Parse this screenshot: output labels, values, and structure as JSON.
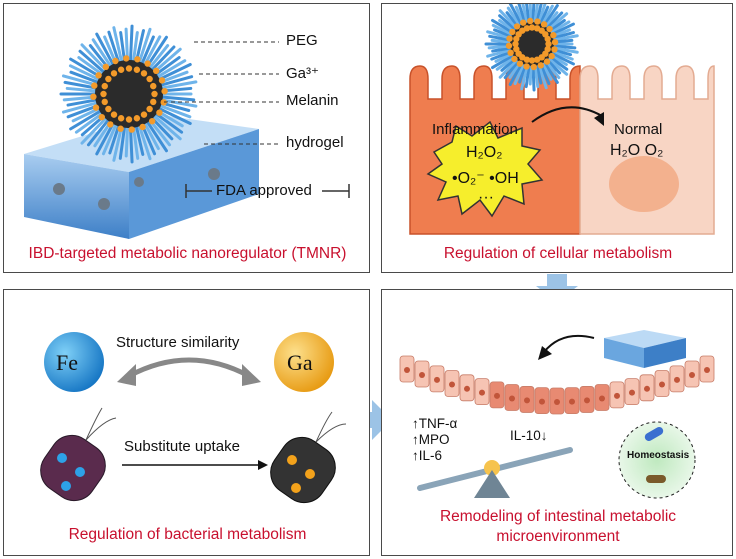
{
  "panel1": {
    "labels": {
      "peg": "PEG",
      "ga3": "Ga³⁺",
      "melanin": "Melanin",
      "hydrogel": "hydrogel",
      "fda": "FDA approved"
    },
    "caption": "IBD-targeted metabolic nanoregulator (TMNR)"
  },
  "panel2": {
    "inflammation": "Inflammation",
    "normal": "Normal",
    "h2o2": "H₂O₂",
    "radicals": "•O₂⁻ •OH",
    "ellipsis": "···",
    "products": "H₂O  O₂",
    "caption": "Regulation of cellular metabolism"
  },
  "panel3": {
    "fe": "Fe",
    "ga": "Ga",
    "structure": "Structure similarity",
    "uptake": "Substitute uptake",
    "caption": "Regulation of bacterial metabolism"
  },
  "panel4": {
    "markers": [
      "↑TNF-α",
      "↑MPO",
      "↑IL-6"
    ],
    "il10": "IL-10↓",
    "homeostasis": "Homeostasis",
    "caption_line1": "Remodeling of intestinal metabolic",
    "caption_line2": "microenvironment"
  },
  "colors": {
    "caption": "#c8102e",
    "arrow": "#8fb8de",
    "cell_inflamed": "#f08a5d",
    "cell_normal": "#f8d7c8",
    "burst": "#f7ef3a"
  }
}
